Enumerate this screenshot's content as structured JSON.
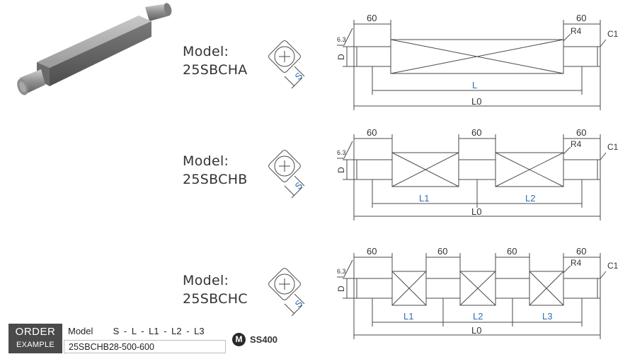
{
  "models": [
    {
      "prefix": "Model:",
      "code": "25SBCHA"
    },
    {
      "prefix": "Model:",
      "code": "25SBCHB"
    },
    {
      "prefix": "Model:",
      "code": "25SBCHC"
    }
  ],
  "cross_section": {
    "label": "S"
  },
  "drawing_common": {
    "end_len": "60",
    "radius": "R4",
    "chamfer": "C1",
    "roughness": "6.3",
    "diameter": "D",
    "overall": "L0"
  },
  "drawing_a": {
    "length": "L"
  },
  "drawing_b": {
    "mid": "60",
    "l1": "L1",
    "l2": "L2"
  },
  "drawing_c": {
    "mid1": "60",
    "mid2": "60",
    "l1": "L1",
    "l2": "L2",
    "l3": "L3"
  },
  "order": {
    "title_top": "ORDER",
    "title_bottom": "EXAMPLE",
    "model_label": "Model",
    "format": "S - L - L1 - L2 - L3",
    "example": "25SBCHB28-500-600"
  },
  "material": {
    "icon_letter": "M",
    "name": "SS400"
  },
  "colors": {
    "line": "#4a4a4a",
    "dim": "#333333",
    "accent": "#2f6fb0",
    "part": "#8a8a8a"
  }
}
